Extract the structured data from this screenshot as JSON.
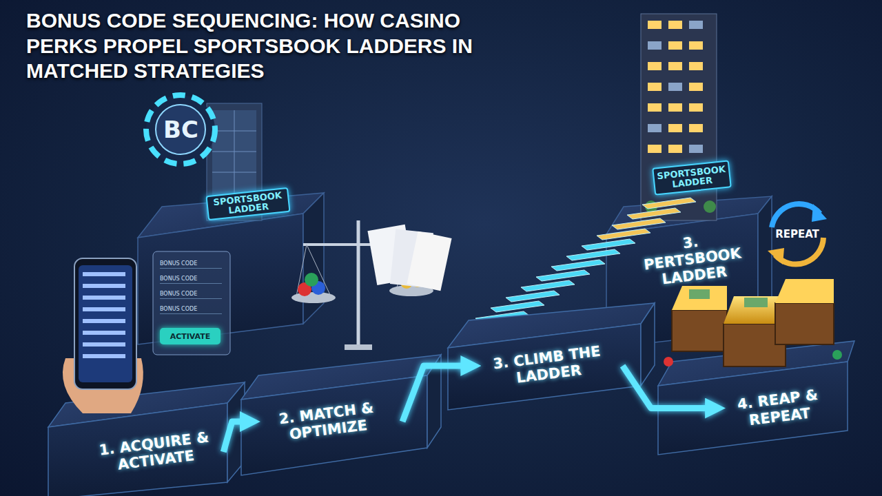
{
  "diagram": {
    "title": "BONUS CODE SEQUENCING: HOW CASINO PERKS PROPEL SPORTSBOOK LADDERS IN MATCHED STRATEGIES",
    "nodes": [
      {
        "text": [
          "BC"
        ]
      },
      {
        "text": [
          "SPORTSBOOK LADDER"
        ]
      },
      {
        "text": [
          "ACTIVATE"
        ]
      },
      {
        "text": [
          "1. ACQUIRE & ACTIVATE"
        ]
      },
      {
        "text": [
          "2. MATCH & OPTIMIZE"
        ]
      },
      {
        "text": [
          "3. CLIMB THE LADDER"
        ]
      },
      {
        "text": [
          "SPORTSBOOK LADDER"
        ]
      },
      {
        "text": [
          "3. PERTSBOOK LADDER"
        ]
      },
      {
        "text": [
          "REPEAT"
        ]
      },
      {
        "text": [
          "4. REAP & REPEAT"
        ]
      }
    ],
    "edges": [
      {
        "from": 3,
        "to": 4,
        "arrow": "to"
      },
      {
        "from": 4,
        "to": 5,
        "arrow": "to"
      },
      {
        "from": 5,
        "to": 9,
        "arrow": "to"
      }
    ],
    "labels": [
      "BONUS CODE",
      "BONUS CODE",
      "BONUS CODE",
      "BONUS CODE"
    ]
  }
}
